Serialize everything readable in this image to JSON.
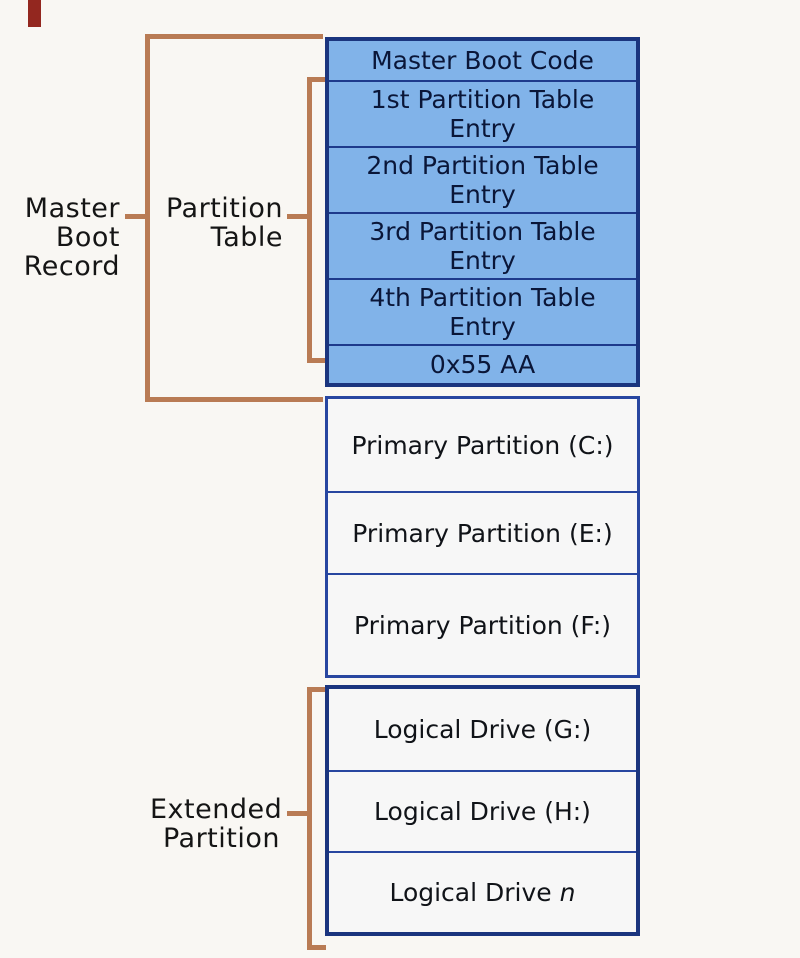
{
  "page": {
    "background_color": "#f9f7f3",
    "accent_orange": "#b97b54",
    "blue_fill": "#81b3e9",
    "navy_border": "#1b357e",
    "red_mark_color": "#93271f"
  },
  "labels": {
    "master_boot_record": "Master\nBoot\nRecord",
    "partition_table": "Partition\nTable",
    "extended_partition": "Extended\nPartition"
  },
  "diagram": {
    "mbr_rows": [
      {
        "label": "Master Boot Code"
      },
      {
        "label": "1st Partition Table\nEntry"
      },
      {
        "label": "2nd Partition Table\nEntry"
      },
      {
        "label": "3rd Partition Table\nEntry"
      },
      {
        "label": "4th Partition Table\nEntry"
      },
      {
        "label": "0x55 AA"
      }
    ],
    "primary_partitions": [
      "Primary Partition (C:)",
      "Primary Partition (E:)",
      "Primary Partition (F:)"
    ],
    "logical_drives": [
      {
        "text": "Logical Drive (G:)",
        "italic_suffix": ""
      },
      {
        "text": "Logical Drive (H:)",
        "italic_suffix": ""
      },
      {
        "text": "Logical Drive",
        "italic_suffix": "n"
      }
    ]
  }
}
